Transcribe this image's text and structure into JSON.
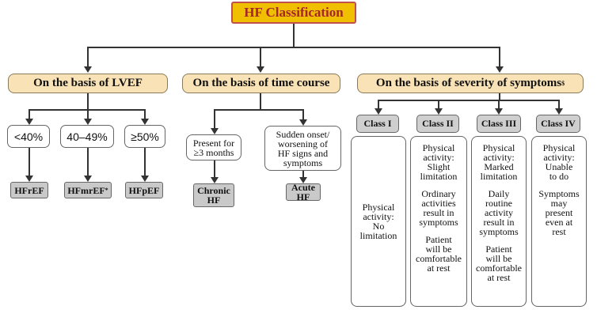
{
  "title": "HF Classification",
  "branches": {
    "lvef": {
      "label": "On the basis of LVEF",
      "ranges": [
        "<40%",
        "40–49%",
        "≥50%"
      ],
      "types": [
        "HFrEF",
        "HFmrEF",
        "HFpEF"
      ],
      "mid_sup": "*"
    },
    "time": {
      "label": "On the basis of time course",
      "chronic_note": [
        "Present for",
        "≥3 months"
      ],
      "acute_note": [
        "Sudden onset/",
        "worsening of",
        "HF signs and",
        "symptoms"
      ],
      "chronic": [
        "Chronic",
        "HF"
      ],
      "acute": [
        "Acute",
        "HF"
      ]
    },
    "severity": {
      "label": "On the basis of severity of symptoms",
      "label_sup": "$",
      "classes": [
        {
          "name": "Class I",
          "lines": [
            [
              "Physical",
              "activity:",
              "No",
              "limitation"
            ]
          ]
        },
        {
          "name": "Class II",
          "lines": [
            [
              "Physical",
              "activity:",
              "Slight",
              "limitation"
            ],
            [
              "Ordinary",
              "activities",
              "result in",
              "symptoms"
            ],
            [
              "Patient",
              "will be",
              "comfortable",
              "at rest"
            ]
          ]
        },
        {
          "name": "Class III",
          "lines": [
            [
              "Physical",
              "activity:",
              "Marked",
              "limitation"
            ],
            [
              "Daily",
              "routine",
              "activity",
              "result in",
              "symptoms"
            ],
            [
              "Patient",
              "will be",
              "comfortable",
              "at rest"
            ]
          ]
        },
        {
          "name": "Class IV",
          "lines": [
            [
              "Physical",
              "activity:",
              "Unable",
              "to do"
            ],
            [
              "Symptoms",
              "may",
              "present",
              "even at",
              "rest"
            ]
          ]
        }
      ]
    }
  }
}
